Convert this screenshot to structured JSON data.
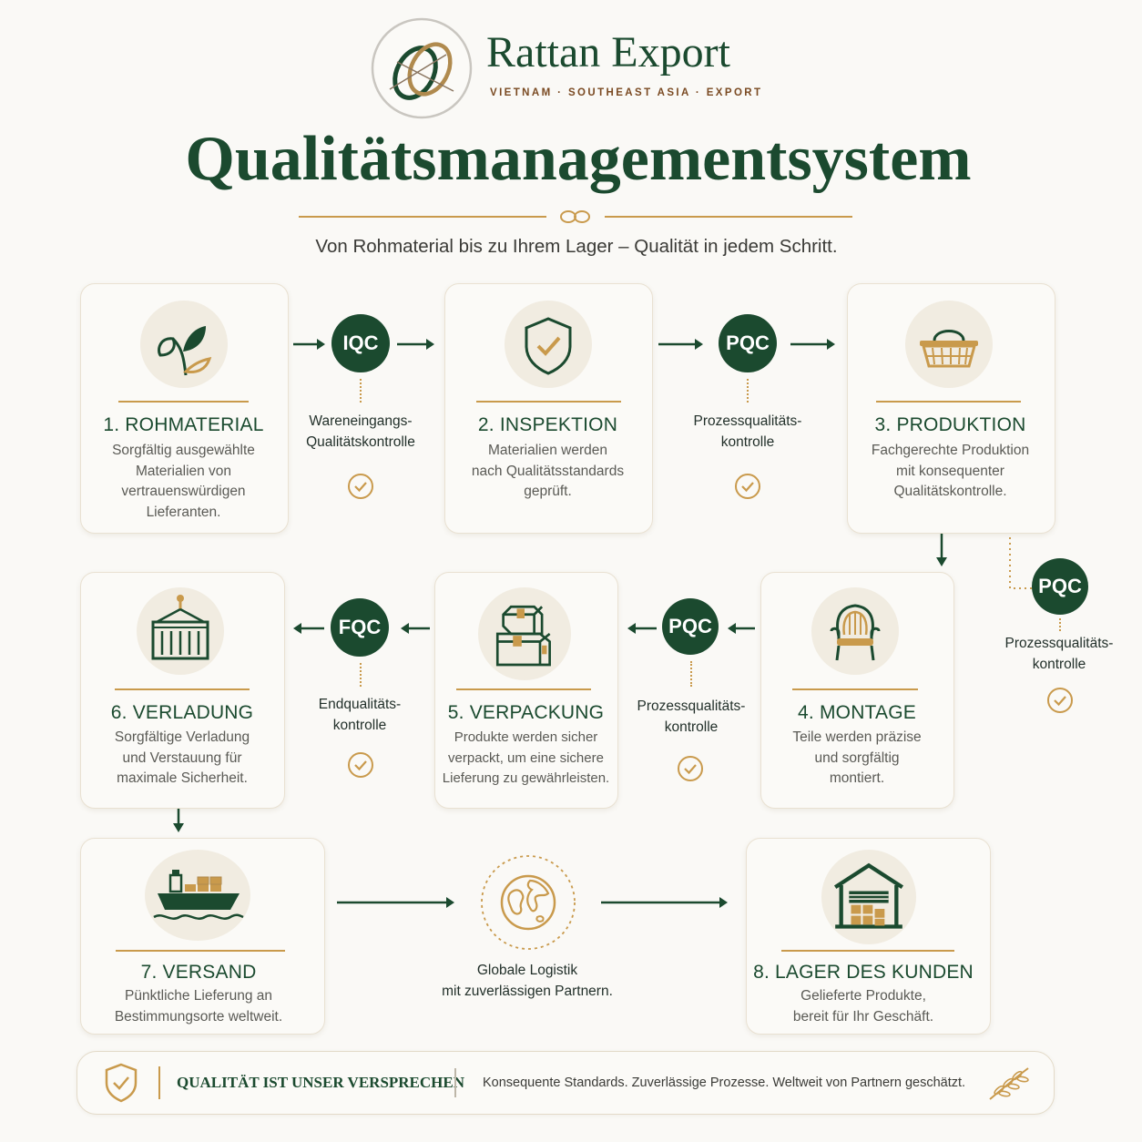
{
  "brand": {
    "name": "Rattan Export",
    "tagline": "VIETNAM · SOUTHEAST ASIA · EXPORT"
  },
  "title": "Qualitätsmanagementsystem",
  "subtitle": "Von Rohmaterial bis zu Ihrem Lager – Qualität in jedem Schritt.",
  "steps": [
    {
      "title": "1. ROHMATERIAL",
      "desc": [
        "Sorgfältig ausgewählte",
        "Materialien von",
        "vertrauenswürdigen",
        "Lieferanten."
      ],
      "icon": "leaf-icon"
    },
    {
      "title": "2. INSPEKTION",
      "desc": [
        "Materialien werden",
        "nach Qualitätsstandards",
        "geprüft."
      ],
      "icon": "shield-check-icon"
    },
    {
      "title": "3. PRODUKTION",
      "desc": [
        "Fachgerechte Produktion",
        "mit konsequenter",
        "Qualitätskontrolle."
      ],
      "icon": "basket-icon"
    },
    {
      "title": "4. MONTAGE",
      "desc": [
        "Teile werden präzise",
        "und sorgfältig",
        "montiert."
      ],
      "icon": "chair-icon"
    },
    {
      "title": "5. VERPACKUNG",
      "desc": [
        "Produkte werden sicher",
        "verpackt, um eine sichere",
        "Lieferung zu gewährleisten."
      ],
      "icon": "boxes-icon"
    },
    {
      "title": "6. VERLADUNG",
      "desc": [
        "Sorgfältige Verladung",
        "und Verstauung für",
        "maximale Sicherheit."
      ],
      "icon": "container-icon"
    },
    {
      "title": "7. VERSAND",
      "desc": [
        "Pünktliche Lieferung an",
        "Bestimmungsorte weltweit."
      ],
      "icon": "ship-icon"
    },
    {
      "title": "8. LAGER DES KUNDEN",
      "desc": [
        "Gelieferte Produkte,",
        "bereit für Ihr Geschäft."
      ],
      "icon": "warehouse-icon"
    }
  ],
  "checks": [
    {
      "code": "IQC",
      "label": [
        "Wareneingangs-",
        "Qualitätskontrolle"
      ]
    },
    {
      "code": "PQC",
      "label": [
        "Prozessqualitäts-",
        "kontrolle"
      ]
    },
    {
      "code": "PQC",
      "label": [
        "Prozessqualitäts-",
        "kontrolle"
      ]
    },
    {
      "code": "PQC",
      "label": [
        "Prozessqualitäts-",
        "kontrolle"
      ]
    },
    {
      "code": "FQC",
      "label": [
        "Endqualitäts-",
        "kontrolle"
      ]
    }
  ],
  "logistics": {
    "label": [
      "Globale Logistik",
      "mit zuverlässigen Partnern."
    ],
    "icon": "globe-icon"
  },
  "footer": {
    "promise": "QUALITÄT IST UNSER VERSPRECHEN",
    "text": "Konsequente Standards. Zuverlässige Prozesse. Weltweit von Partnern geschätzt."
  },
  "colors": {
    "green": "#1b4a2f",
    "gold": "#c99a4c",
    "background": "#faf9f6"
  }
}
